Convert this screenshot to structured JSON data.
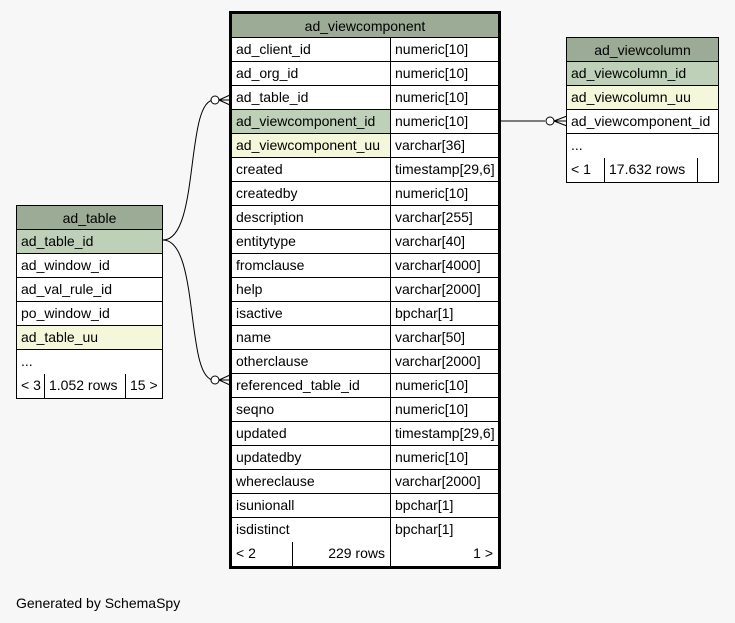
{
  "main_table": {
    "title": "ad_viewcomponent",
    "columns": [
      {
        "name": "ad_client_id",
        "type": "numeric[10]",
        "kind": "normal"
      },
      {
        "name": "ad_org_id",
        "type": "numeric[10]",
        "kind": "normal"
      },
      {
        "name": "ad_table_id",
        "type": "numeric[10]",
        "kind": "normal"
      },
      {
        "name": "ad_viewcomponent_id",
        "type": "numeric[10]",
        "kind": "pk"
      },
      {
        "name": "ad_viewcomponent_uu",
        "type": "varchar[36]",
        "kind": "uu"
      },
      {
        "name": "created",
        "type": "timestamp[29,6]",
        "kind": "normal"
      },
      {
        "name": "createdby",
        "type": "numeric[10]",
        "kind": "normal"
      },
      {
        "name": "description",
        "type": "varchar[255]",
        "kind": "normal"
      },
      {
        "name": "entitytype",
        "type": "varchar[40]",
        "kind": "normal"
      },
      {
        "name": "fromclause",
        "type": "varchar[4000]",
        "kind": "normal"
      },
      {
        "name": "help",
        "type": "varchar[2000]",
        "kind": "normal"
      },
      {
        "name": "isactive",
        "type": "bpchar[1]",
        "kind": "normal"
      },
      {
        "name": "name",
        "type": "varchar[50]",
        "kind": "normal"
      },
      {
        "name": "otherclause",
        "type": "varchar[2000]",
        "kind": "normal"
      },
      {
        "name": "referenced_table_id",
        "type": "numeric[10]",
        "kind": "normal"
      },
      {
        "name": "seqno",
        "type": "numeric[10]",
        "kind": "normal"
      },
      {
        "name": "updated",
        "type": "timestamp[29,6]",
        "kind": "normal"
      },
      {
        "name": "updatedby",
        "type": "numeric[10]",
        "kind": "normal"
      },
      {
        "name": "whereclause",
        "type": "varchar[2000]",
        "kind": "normal"
      },
      {
        "name": "isunionall",
        "type": "bpchar[1]",
        "kind": "normal"
      },
      {
        "name": "isdistinct",
        "type": "bpchar[1]",
        "kind": "normal"
      }
    ],
    "footer": {
      "parents": "< 2",
      "rows": "229 rows",
      "children": "1 >"
    }
  },
  "left_table": {
    "title": "ad_table",
    "columns": [
      {
        "name": "ad_table_id",
        "kind": "pk"
      },
      {
        "name": "ad_window_id",
        "kind": "normal"
      },
      {
        "name": "ad_val_rule_id",
        "kind": "normal"
      },
      {
        "name": "po_window_id",
        "kind": "normal"
      },
      {
        "name": "ad_table_uu",
        "kind": "uu"
      },
      {
        "name": "...",
        "kind": "normal"
      }
    ],
    "footer": {
      "parents": "< 3",
      "rows": "1.052 rows",
      "children": "15 >"
    }
  },
  "right_table": {
    "title": "ad_viewcolumn",
    "columns": [
      {
        "name": "ad_viewcolumn_id",
        "kind": "pk"
      },
      {
        "name": "ad_viewcolumn_uu",
        "kind": "uu"
      },
      {
        "name": "ad_viewcomponent_id",
        "kind": "normal"
      },
      {
        "name": "...",
        "kind": "normal"
      }
    ],
    "footer": {
      "parents": "< 1",
      "rows": "17.632 rows"
    }
  },
  "generated_by": "Generated by SchemaSpy",
  "colors": {
    "header": "#9bab96",
    "pk": "#bed1b8",
    "uu": "#f4f7da",
    "background": "#f7f7f7"
  }
}
